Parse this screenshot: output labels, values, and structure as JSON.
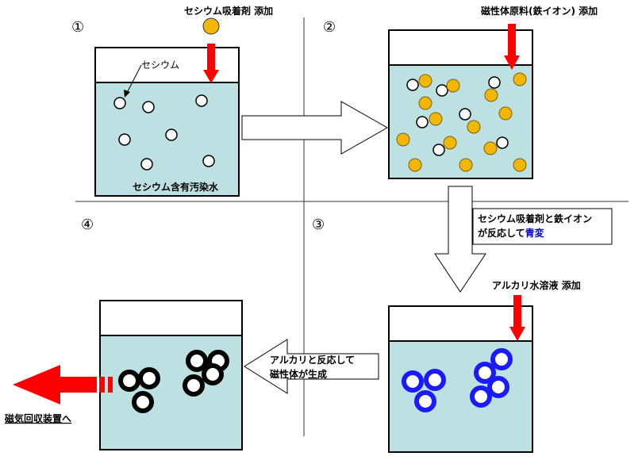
{
  "steps": {
    "s1": {
      "number": "①",
      "add_label": "セシウム吸着剤 添加",
      "pointer_label": "セシウム",
      "water_label": "セシウム含有汚染水"
    },
    "s2": {
      "number": "②",
      "add_label": "磁性体原料(鉄イオン) 添加"
    },
    "s3": {
      "number": "③",
      "add_label": "アルカリ水溶液 添加",
      "callout_line1": "セシウム吸着剤と鉄イオン",
      "callout_line2a": "が反応して",
      "callout_line2b": "青変"
    },
    "s4": {
      "number": "④",
      "recovery_label": "磁気回収装置へ",
      "callout_line1": "アルカリと反応して",
      "callout_line2": "磁性体が生成"
    }
  },
  "colors": {
    "water": "#bde0e3",
    "arrow_red": "#ff0000",
    "cesium": "#ffffff",
    "adsorbent": "#f2b705",
    "blue_complex": "#1a1aff",
    "magnetic": "#000000",
    "highlight_text": "#0000cc"
  }
}
